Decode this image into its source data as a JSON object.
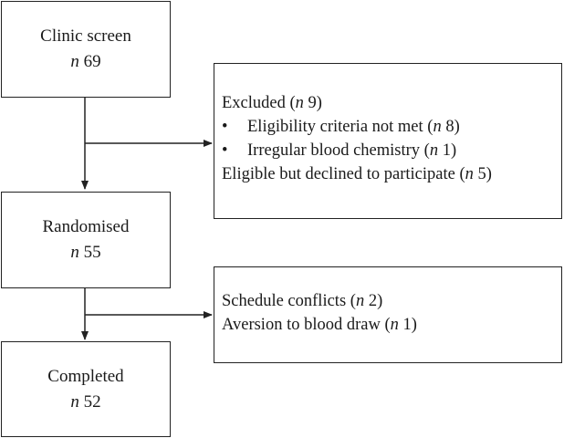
{
  "flowchart": {
    "clinic_screen": {
      "label": "Clinic screen",
      "n_prefix": "n",
      "n_value": "69"
    },
    "excluded": {
      "heading_label": "Excluded (",
      "heading_n_prefix": "n",
      "heading_n_value": " 9)",
      "bullets": [
        {
          "symbol": "•",
          "label": "Eligibility criteria not met (",
          "n_prefix": "n",
          "n_value": " 8)"
        },
        {
          "symbol": "•",
          "label": "Irregular blood chemistry (",
          "n_prefix": "n",
          "n_value": " 1)"
        }
      ],
      "declined_label": "Eligible but declined to participate (",
      "declined_n_prefix": "n",
      "declined_n_value": " 5)"
    },
    "randomised": {
      "label": "Randomised",
      "n_prefix": "n",
      "n_value": "55"
    },
    "withdrawn": {
      "lines": [
        {
          "label": "Schedule conflicts (",
          "n_prefix": "n",
          "n_value": " 2)"
        },
        {
          "label": "Aversion to blood draw (",
          "n_prefix": "n",
          "n_value": " 1)"
        }
      ]
    },
    "completed": {
      "label": "Completed",
      "n_prefix": "n",
      "n_value": "52"
    }
  }
}
